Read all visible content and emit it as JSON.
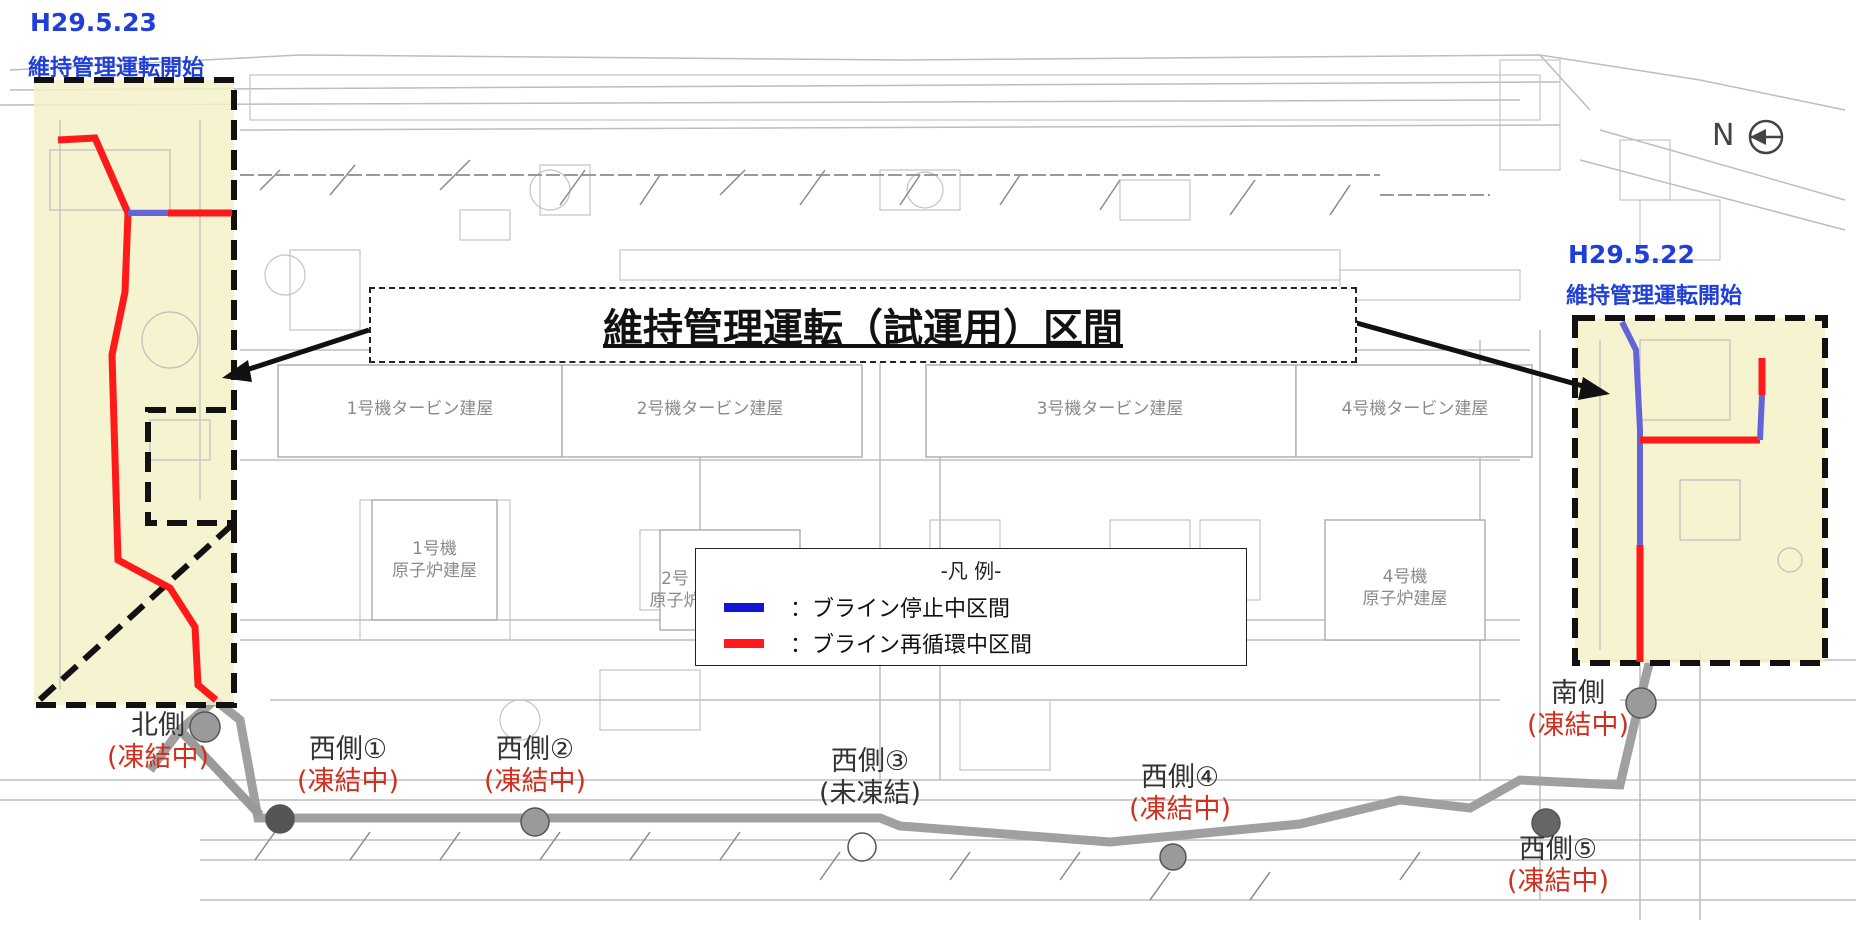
{
  "labels": {
    "left_date": "H29.5.23",
    "left_subtitle": "維持管理運転開始",
    "right_date": "H29.5.22",
    "right_subtitle": "維持管理運転開始",
    "callout": "維持管理運転（試運用）区間",
    "north": "N"
  },
  "buildings": {
    "turbine1": "1号機タービン建屋",
    "turbine2": "2号機タービン建屋",
    "turbine3": "3号機タービン建屋",
    "turbine4": "4号機タービン建屋",
    "reactor1_a": "1号機",
    "reactor1_b": "原子炉建屋",
    "reactor2_a": "2号",
    "reactor2_b": "原子炉",
    "reactor4_a": "4号機",
    "reactor4_b": "原子炉建屋"
  },
  "legend": {
    "title": "-凡 例-",
    "items": [
      {
        "label": "：ブライン停止中区間",
        "color": "#1414d2"
      },
      {
        "label": "：ブライン再循環中区間",
        "color": "#ff1a1a"
      }
    ]
  },
  "points": [
    {
      "name": "北側",
      "status": "(凍結中)"
    },
    {
      "name": "西側①",
      "status": "(凍結中)"
    },
    {
      "name": "西側②",
      "status": "(凍結中)"
    },
    {
      "name": "西側③",
      "status": "(未凍結)"
    },
    {
      "name": "西側④",
      "status": "(凍結中)"
    },
    {
      "name": "南側",
      "status": "(凍結中)"
    },
    {
      "name": "西側⑤",
      "status": "(凍結中)"
    }
  ],
  "colors": {
    "accent_blue": "#1f3fd6",
    "stop_line": "#5a5ad8",
    "recirc_line": "#ff1a1a",
    "status_text": "#d0301f",
    "region_fill": "#f3f1c8"
  }
}
